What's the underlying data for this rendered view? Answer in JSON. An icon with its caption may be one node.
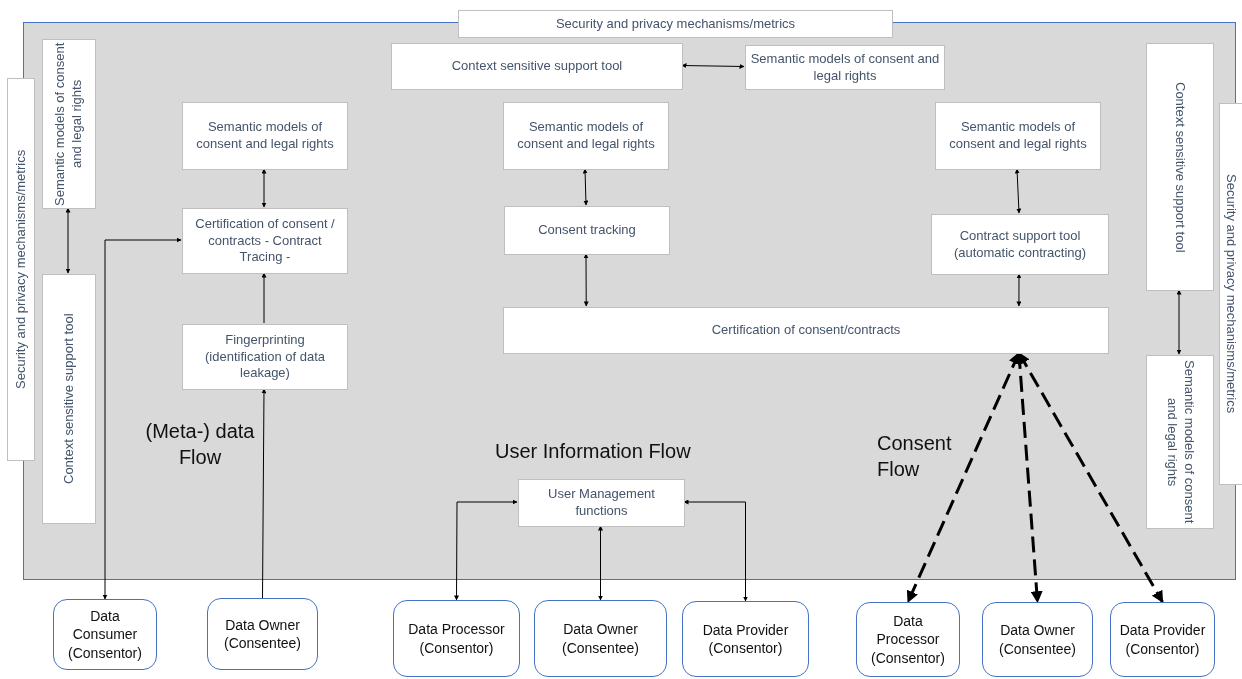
{
  "diagram": {
    "nodes": [
      {
        "text": [],
        "shape": "box"
      },
      {
        "text": [
          "Security and privacy mechanisms/metrics"
        ]
      },
      {
        "text": [
          "Context sensitive support tool"
        ],
        "in": 0
      },
      {
        "text": [
          "Semantic models of consent and legal rights"
        ],
        "in": 0
      },
      {
        "text": [
          "Security and privacy mechanisms/metrics"
        ]
      },
      {
        "text": [
          "Semantic models of consent and legal rights"
        ],
        "in": 0
      },
      {
        "text": [
          "Context sensitive support tool"
        ],
        "in": 0
      },
      {
        "text": [
          "Semantic models of consent and legal rights"
        ],
        "in": 0
      },
      {
        "text": [
          "Certification of consent / contracts - Contract Tracing -"
        ],
        "in": 0
      },
      {
        "text": [
          "Fingerprinting (identification of data leakage)"
        ],
        "in": 0
      },
      {
        "text": [
          "Semantic models of consent and legal rights"
        ],
        "in": 0
      },
      {
        "text": [
          "Consent tracking"
        ],
        "in": 0
      },
      {
        "text": [
          "Semantic models of consent and legal rights"
        ],
        "in": 0
      },
      {
        "text": [
          "Contract support tool (automatic contracting)"
        ],
        "in": 0
      },
      {
        "text": [
          "Certification of consent/contracts"
        ],
        "in": 0
      },
      {
        "text": [
          "Context sensitive support tool"
        ],
        "in": 0
      },
      {
        "text": [
          "Semantic models of consent and legal rights"
        ],
        "in": 0
      },
      {
        "text": [
          "Security and privacy mechanisms/metrics"
        ]
      },
      {
        "text": [
          "User Management functions"
        ],
        "in": 0
      },
      {
        "text": [
          "Data Consumer (Consentor)"
        ]
      },
      {
        "text": [
          "Data Owner (Consentee)"
        ]
      },
      {
        "text": [
          "Data Processor (Consentor)"
        ]
      },
      {
        "text": [
          "Data Owner (Consentee)"
        ]
      },
      {
        "text": [
          "Data Provider (Consentor)"
        ]
      },
      {
        "text": [
          "Data Processor (Consentor)"
        ]
      },
      {
        "text": [
          "Data Owner (Consentee)"
        ]
      },
      {
        "text": [
          "Data Provider (Consentor)"
        ]
      }
    ],
    "edges": [
      {
        "from": 2,
        "to": 3,
        "arrow": "both"
      },
      {
        "from": 5,
        "to": 6,
        "arrow": "both"
      },
      {
        "from": 7,
        "to": 8,
        "arrow": "both"
      },
      {
        "from": 9,
        "to": 8,
        "arrow": "to"
      },
      {
        "from": 20,
        "to": 9,
        "arrow": "to"
      },
      {
        "from": 8,
        "to": 19,
        "arrow": "both"
      },
      {
        "from": 10,
        "to": 11,
        "arrow": "both"
      },
      {
        "from": 11,
        "to": 14,
        "arrow": "both"
      },
      {
        "from": 12,
        "to": 13,
        "arrow": "both"
      },
      {
        "from": 13,
        "to": 14,
        "arrow": "both"
      },
      {
        "from": 15,
        "to": 16,
        "arrow": "both"
      },
      {
        "from": 18,
        "to": 21,
        "arrow": "both"
      },
      {
        "from": 18,
        "to": 22,
        "arrow": "both"
      },
      {
        "from": 18,
        "to": 23,
        "arrow": "both"
      },
      {
        "from": 14,
        "to": 24,
        "arrow": "both",
        "style": "dashed"
      },
      {
        "from": 14,
        "to": 25,
        "arrow": "both",
        "style": "dashed"
      },
      {
        "from": 14,
        "to": 26,
        "arrow": "both",
        "style": "dashed"
      }
    ],
    "labels": [
      "(Meta-) data Flow",
      "User Information Flow",
      "Consent Flow"
    ]
  }
}
